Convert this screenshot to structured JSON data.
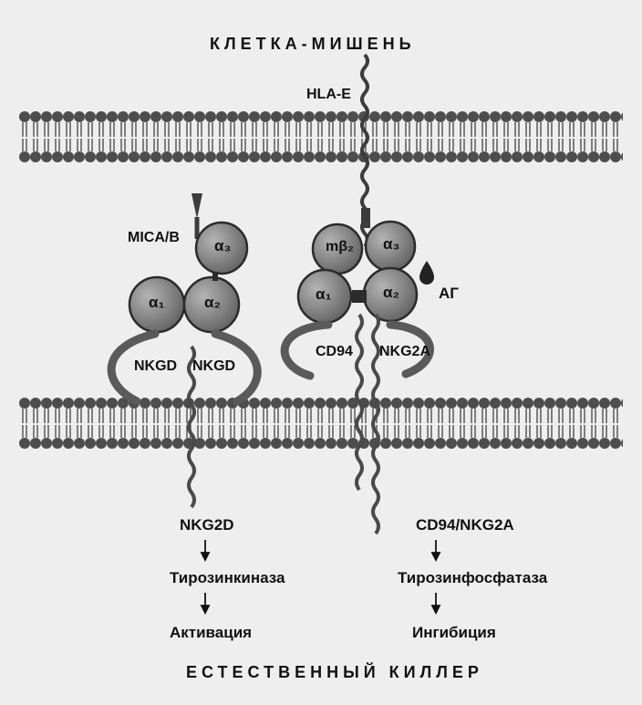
{
  "diagram": {
    "target_cell_label": "КЛЕТКА-МИШЕНЬ",
    "killer_cell_label": "ЕСТЕСТВЕННЫЙ КИЛЛЕР",
    "hla_e_label": "HLA-E",
    "mica_label": "MICA/B",
    "ag_label": "АГ",
    "domains": {
      "alpha1": "α₁",
      "alpha2": "α₂",
      "alpha3": "α₃",
      "m_beta2": "mβ₂"
    },
    "nkgd_left": "NKGD",
    "nkgd_right": "NKGD",
    "cd94_label": "CD94",
    "nkg2a_label": "NKG2A",
    "left_pathway": {
      "receptor": "NKG2D",
      "enzyme": "Тирозинкиназа",
      "outcome": "Активация"
    },
    "right_pathway": {
      "receptor": "CD94/NKG2A",
      "enzyme": "Тирозинфосфатаза",
      "outcome": "Ингибиция"
    },
    "colors": {
      "domain_fill": "#8a8a8a",
      "membrane": "#5a5a5a",
      "text": "#111111",
      "background": "#eeeeee"
    }
  }
}
